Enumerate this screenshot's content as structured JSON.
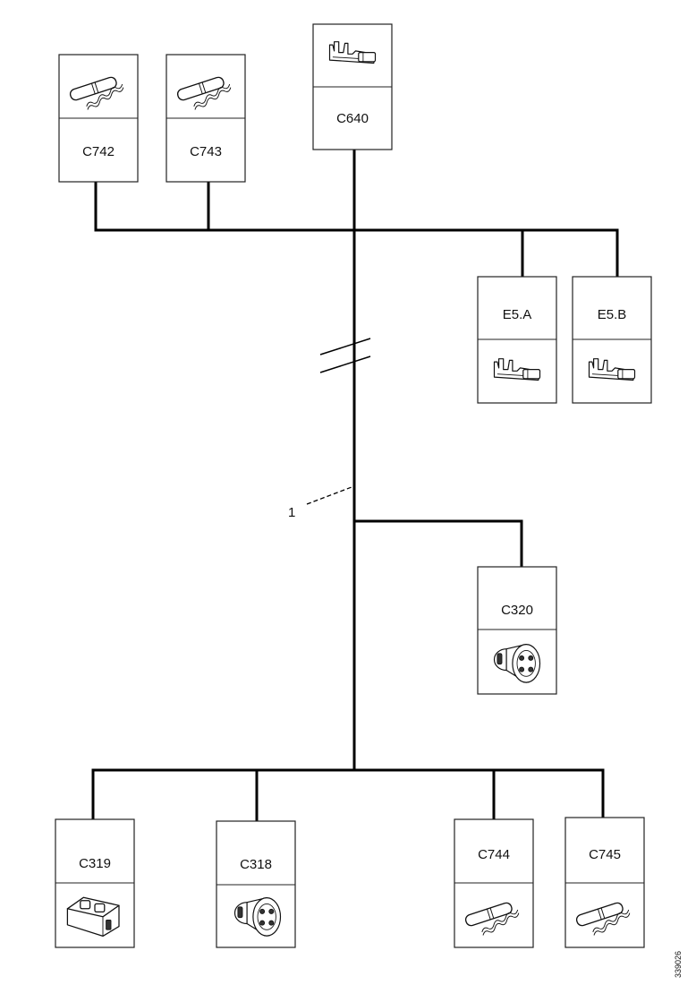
{
  "connectors": {
    "c640": "C640",
    "c742": "C742",
    "c743": "C743",
    "e5a": "E5.A",
    "e5b": "E5.B",
    "c320": "C320",
    "c319": "C319",
    "c318": "C318",
    "c744": "C744",
    "c745": "C745"
  },
  "callout_1": "1",
  "figure_number": "339026"
}
